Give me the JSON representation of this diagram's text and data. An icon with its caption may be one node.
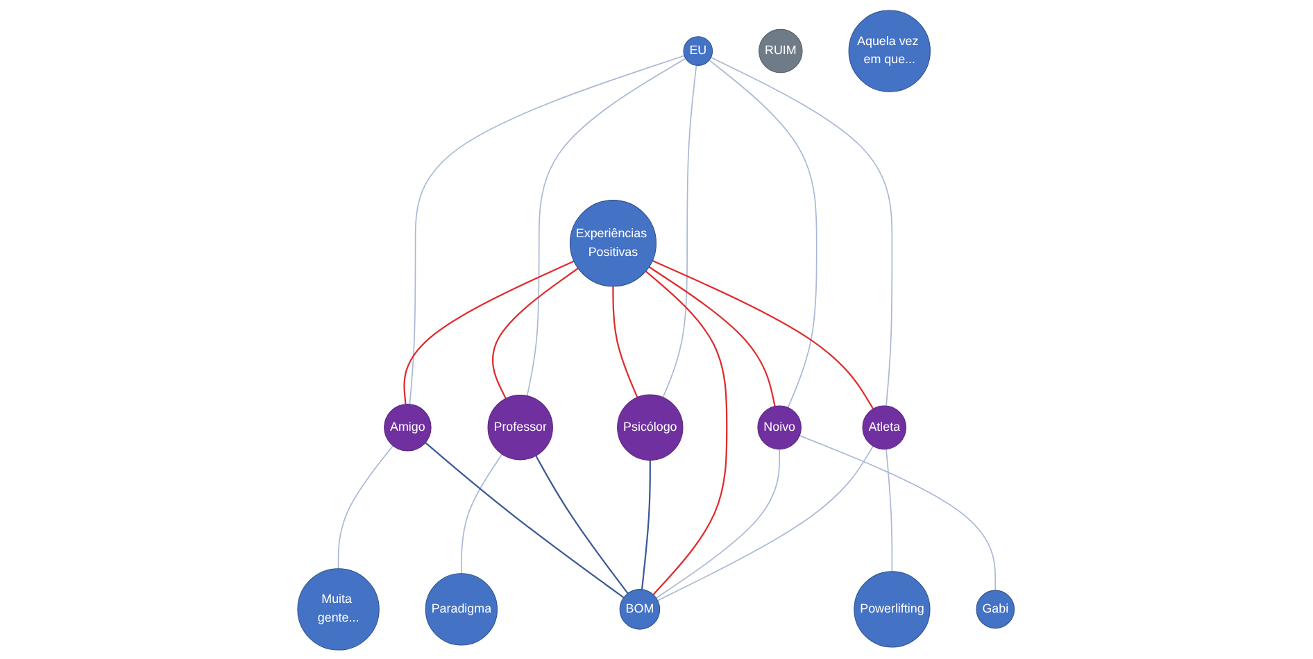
{
  "diagram": {
    "nodes": [
      {
        "text": [
          "Experiências Positivas"
        ]
      },
      {
        "text": [
          "RUIM"
        ]
      },
      {
        "text": [
          "Psicólogo"
        ]
      },
      {
        "text": [
          "Paradigma"
        ]
      },
      {
        "text": [
          "Professor"
        ]
      },
      {
        "text": [
          "EU"
        ]
      },
      {
        "text": [
          "Amigo"
        ]
      },
      {
        "text": [
          "Muita gente..."
        ]
      },
      {
        "text": [
          "Atleta"
        ]
      },
      {
        "text": [
          "Noivo"
        ]
      },
      {
        "text": [
          "Powerlifting"
        ]
      },
      {
        "text": [
          "Gabi"
        ]
      },
      {
        "text": [
          "Aquela vez em que..."
        ]
      },
      {
        "text": [
          "BOM"
        ]
      }
    ],
    "edges": [
      {
        "from": 5,
        "to": 2,
        "arrow": "none"
      },
      {
        "from": 5,
        "to": 4,
        "arrow": "none"
      },
      {
        "from": 5,
        "to": 6,
        "arrow": "none"
      },
      {
        "from": 5,
        "to": 8,
        "arrow": "none"
      },
      {
        "from": 5,
        "to": 9,
        "arrow": "none"
      },
      {
        "from": 4,
        "to": 3,
        "arrow": "none"
      },
      {
        "from": 6,
        "to": 7,
        "arrow": "none"
      },
      {
        "from": 8,
        "to": 10,
        "arrow": "none"
      },
      {
        "from": 9,
        "to": 11,
        "arrow": "none"
      },
      {
        "from": 8,
        "to": 13,
        "arrow": "none"
      },
      {
        "from": 9,
        "to": 13,
        "arrow": "none"
      },
      {
        "from": 0,
        "to": 6,
        "arrow": "none",
        "color": "#e02b2b"
      },
      {
        "from": 0,
        "to": 2,
        "arrow": "none",
        "color": "#e02b2b"
      },
      {
        "from": 0,
        "to": 4,
        "arrow": "none",
        "color": "#e02b2b"
      },
      {
        "from": 0,
        "to": 8,
        "arrow": "none",
        "color": "#e02b2b"
      },
      {
        "from": 0,
        "to": 9,
        "arrow": "none",
        "color": "#e02b2b"
      },
      {
        "from": 0,
        "to": 13,
        "arrow": "none",
        "color": "#e02b2b"
      },
      {
        "from": 2,
        "to": 13,
        "arrow": "none",
        "color": "#3b5a96"
      },
      {
        "from": 4,
        "to": 13,
        "arrow": "none",
        "color": "#3b5a96"
      },
      {
        "from": 6,
        "to": 13,
        "arrow": "none",
        "color": "#3b5a96"
      }
    ]
  }
}
